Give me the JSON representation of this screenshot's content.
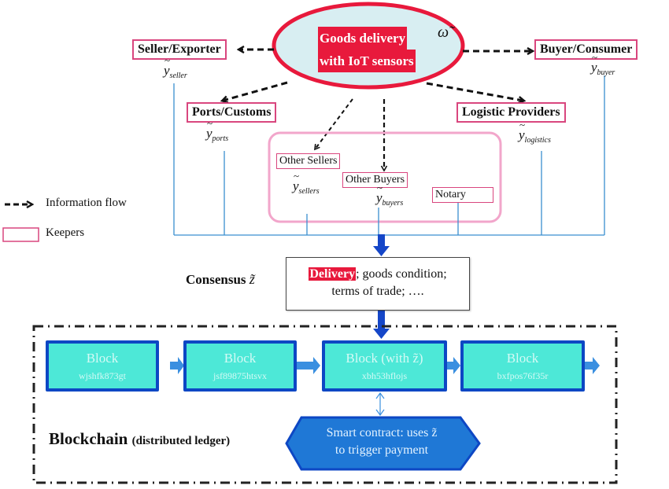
{
  "diagram": {
    "center_event": {
      "line1": "Goods delivery",
      "line2": "with IoT sensors",
      "symbol": "ω̃"
    },
    "keepers": [
      {
        "id": "seller",
        "label": "Seller/Exporter",
        "var_base": "y",
        "var_sub": "seller"
      },
      {
        "id": "buyer",
        "label": "Buyer/Consumer",
        "var_base": "y",
        "var_sub": "buyer"
      },
      {
        "id": "ports",
        "label": "Ports/Customs",
        "var_base": "y",
        "var_sub": "ports"
      },
      {
        "id": "logistics",
        "label": "Logistic Providers",
        "var_base": "y",
        "var_sub": "logistics"
      },
      {
        "id": "other-sellers",
        "label": "Other Sellers",
        "var_base": "y",
        "var_sub": "sellers"
      },
      {
        "id": "other-buyers",
        "label": "Other Buyers",
        "var_base": "y",
        "var_sub": "buyers"
      },
      {
        "id": "notary",
        "label": "Notary"
      }
    ],
    "legend": {
      "information_flow": "Information flow",
      "keepers": "Keepers"
    },
    "consensus": {
      "label": "Consensus",
      "symbol": "z̃",
      "highlight": "Delivery",
      "line1_rest": "; goods condition;",
      "line2": "terms of trade; …."
    },
    "blockchain": {
      "title": "Blockchain",
      "subtitle": "(distributed ledger)",
      "blocks": [
        {
          "title": "Block",
          "hash": "wjshfk873gt"
        },
        {
          "title": "Block",
          "hash": "jsf89875htsvx"
        },
        {
          "title": "Block (with z̃)",
          "hash": "xbh53hflojs"
        },
        {
          "title": "Block",
          "hash": "bxfpos76f35r"
        }
      ],
      "smart_contract": {
        "line1": "Smart contract: uses z̃",
        "line2": "to trigger payment"
      }
    },
    "colors": {
      "keeper_border": "#d9467e",
      "highlight_red": "#e8193c",
      "ellipse_fill": "#d8eef2",
      "ellipse_stroke": "#e8193c",
      "block_fill": "#4de8d7",
      "block_border": "#0d47c4",
      "bus_line": "#3a8fd0",
      "contract_fill": "#1f78d6"
    }
  }
}
